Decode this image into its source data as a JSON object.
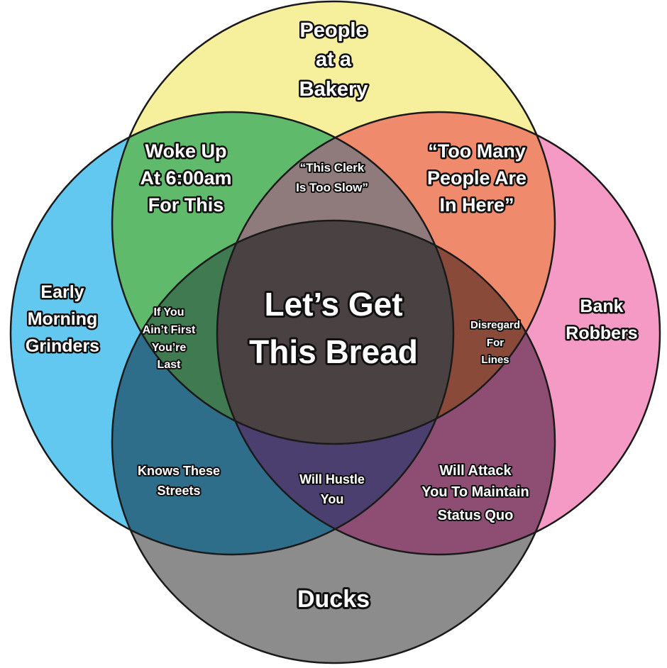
{
  "title": "Let's Get This Bread",
  "colors": {
    "top": "#f6ef9c",
    "left": "#62c8f0",
    "right": "#f49ac4",
    "bottom": "#8c8c8c",
    "top_left": "#5fba6b",
    "top_right": "#f08a6c",
    "left_right": "#8f7b7b",
    "top_bottom": "#4a4242",
    "left_bottom": "#2f6e8a",
    "right_bottom": "#8e4d73",
    "top_left_right": "#8f7b7b",
    "top_left_bottom": "#3f7a50",
    "top_right_bottom": "#8a4a3a",
    "left_right_bottom": "#4a3f6e",
    "all": "#4a4242"
  },
  "sets": {
    "top": [
      "People",
      "at a",
      "Bakery"
    ],
    "left": [
      "Early",
      "Morning",
      "Grinders"
    ],
    "right": [
      "Bank",
      "Robbers"
    ],
    "bottom": [
      "Ducks"
    ]
  },
  "regions": {
    "top_left": [
      "Woke Up",
      "At 6:00am",
      "For This"
    ],
    "top_left_right": [
      "“This Clerk",
      "Is Too Slow”"
    ],
    "top_right": [
      "“Too Many",
      "People Are",
      "In Here”"
    ],
    "top_left_bottom": [
      "If You",
      "Ain’t First",
      "You’re",
      "Last"
    ],
    "all": [
      "Let’s Get",
      "This Bread"
    ],
    "top_right_bottom": [
      "Disregard",
      "For",
      "Lines"
    ],
    "left_bottom": [
      "Knows These",
      "Streets"
    ],
    "left_right_bottom": [
      "Will Hustle",
      "You"
    ],
    "right_bottom": [
      "Will Attack",
      "You To Maintain",
      "Status Quo"
    ]
  }
}
